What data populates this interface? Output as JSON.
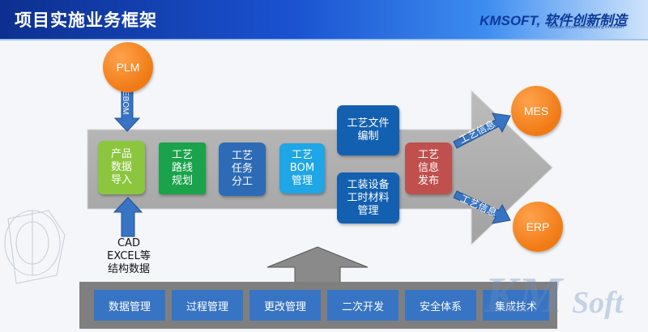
{
  "header": {
    "title": "项目实施业务框架",
    "brand": "KMSOFT, 软件创新制造",
    "brand_sub": "Software Driven Manufacturing Innovation"
  },
  "nodes": {
    "plm": "PLM",
    "mes": "MES",
    "erp": "ERP"
  },
  "arrow_labels": {
    "ebom": "EBOM",
    "mes_info": "工艺信息",
    "erp_info": "工艺信息"
  },
  "process": {
    "product_import": "产品\n数据\n导入",
    "route_plan": "工艺\n路线\n规划",
    "task_division": "工艺\n任务\n分工",
    "bom_manage": "工艺\nBOM\n管理",
    "doc_edit": "工艺文件\n编制",
    "equipment_material": "工装设备\n工时材料\n管理",
    "info_publish": "工艺\n信息\n发布"
  },
  "inputs": {
    "cad_label": "CAD\nEXCEL等\n结构数据"
  },
  "foundation": [
    "数据管理",
    "过程管理",
    "更改管理",
    "二次开发",
    "安全体系",
    "集成技术"
  ],
  "watermark": {
    "km": "KM",
    "soft": "Soft"
  },
  "colors": {
    "green_light": "#8cc63f",
    "green": "#1aa34a",
    "blue_dark": "#2e6bb6",
    "cyan": "#1ea6e6",
    "navy": "#1360b0",
    "red": "#c0504d",
    "orange": "#f07a14",
    "base_gray": "#7f7f7f",
    "base_blue": "#3874c4"
  }
}
